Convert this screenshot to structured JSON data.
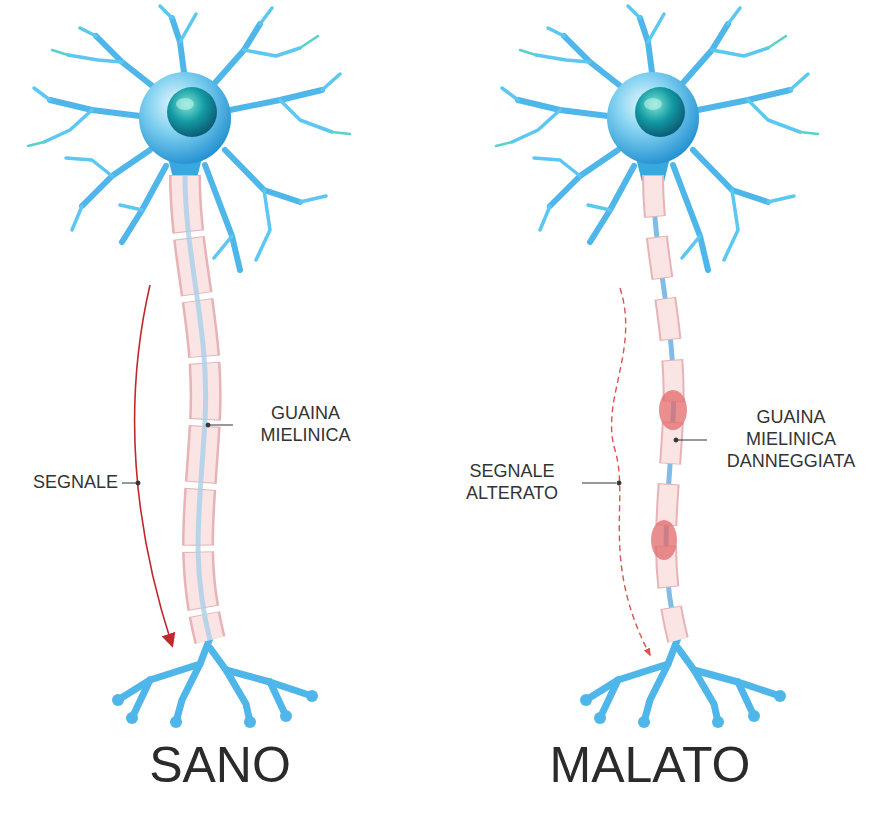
{
  "diagram": {
    "labels": [
      "GUAINA MIELINICA",
      "GUAINA MIELINICA DANNEGGIATA",
      "SEGNALE",
      "SEGNALE ALTERATO",
      "SANO",
      "MALATO"
    ]
  }
}
